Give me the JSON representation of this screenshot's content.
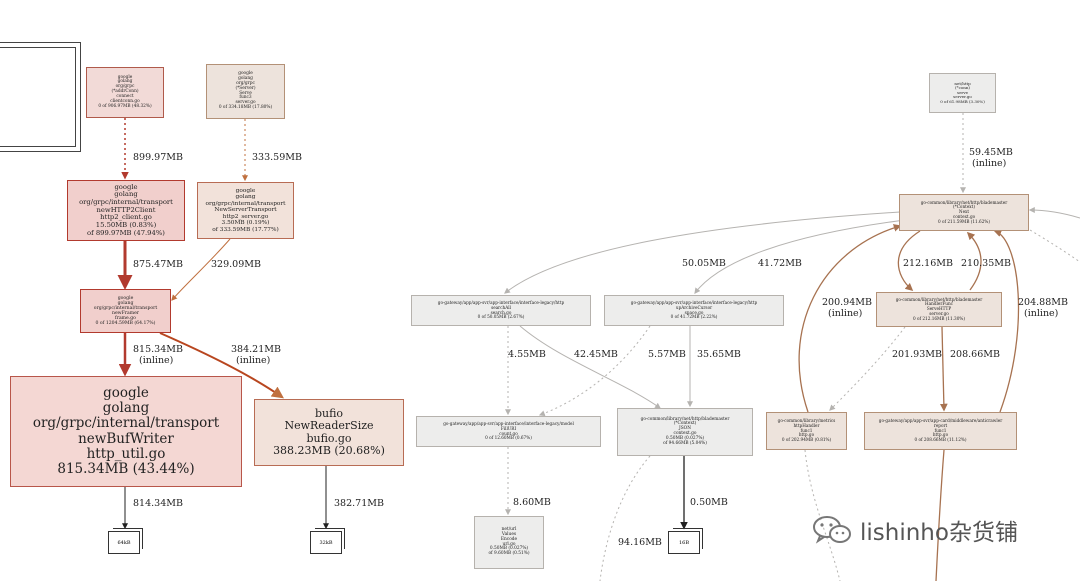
{
  "nodes": {
    "add_conn": {
      "lines": [
        "google",
        "golang",
        "org/grpc",
        "(*addrConn)",
        "connect",
        "clientconn.go",
        "0 of 906.97MB (48.32%)"
      ]
    },
    "server_serve": {
      "lines": [
        "google",
        "golang",
        "org/grpc",
        "(*Server)",
        "Serve",
        "func3",
        "server.go",
        "0 of 334.18MB (17.80%)"
      ]
    },
    "new_http2_client": {
      "lines": [
        "google",
        "golang",
        "org/grpc/internal/transport",
        "newHTTP2Client",
        "http2_client.go",
        "15.50MB (0.83%)",
        "of 899.97MB (47.94%)"
      ]
    },
    "new_server_transport": {
      "lines": [
        "google",
        "golang",
        "org/grpc/internal/transport",
        "NewServerTransport",
        "http2_server.go",
        "3.50MB (0.19%)",
        "of 333.59MB (17.77%)"
      ]
    },
    "new_framer": {
      "lines": [
        "google",
        "golang",
        "org/grpc/internal/transport",
        "newFramer",
        "frame.go",
        "0 of 1204.59MB (64.17%)"
      ]
    },
    "new_buf_writer": {
      "lines": [
        "google",
        "golang",
        "org/grpc/internal/transport",
        "newBufWriter",
        "http_util.go",
        "815.34MB (43.44%)"
      ]
    },
    "new_reader_size": {
      "lines": [
        "bufio",
        "NewReaderSize",
        "bufio.go",
        "388.23MB (20.68%)"
      ]
    },
    "net_http_serve": {
      "lines": [
        "net/http",
        "(*conn)",
        "serve",
        "server.go",
        "0 of 61.98MB (3.30%)"
      ]
    },
    "blademaster_next": {
      "lines": [
        "go-common/library/net/http/blademaster",
        "(*Context)",
        "Next",
        "context.go",
        "0 of 211.59MB (11.62%)"
      ]
    },
    "search_all": {
      "lines": [
        "go-gateway/app/app-svr/app-interface/interface-legacy/http",
        "searchAll",
        "search.go",
        "0 of 50.05MB (2.67%)"
      ]
    },
    "up_archive_cursor": {
      "lines": [
        "go-gateway/app/app-svr/app-interface/interface-legacy/http",
        "upArchiveCursor",
        "space.go",
        "0 of 41.72MB (2.22%)"
      ]
    },
    "handler_func": {
      "lines": [
        "go-common/library/net/http/blademaster",
        "HandlerFunc",
        "ServeHTTP",
        "server.go",
        "0 of 212.16MB (11.30%)"
      ]
    },
    "model_fill_uri": {
      "lines": [
        "go-gateway/app/app-svr/app-interface/interface-legacy/model",
        "FillURI",
        "count.go",
        "0 of 12.60MB (0.67%)"
      ]
    },
    "context_json": {
      "lines": [
        "go-common/library/net/http/blademaster",
        "(*Context)",
        "JSON",
        "context.go",
        "0.50MB (0.027%)",
        "of 94.66MB (5.04%)"
      ]
    },
    "http_handler": {
      "lines": [
        "go-common/library/metrics",
        "httpHandler",
        "func1",
        "http.go",
        "0 of 202.94MB (0.81%)"
      ]
    },
    "middleware_report": {
      "lines": [
        "go-gateway/app/app-svr/app-card/middleware/anticrawler",
        "report",
        "func1",
        "http.go",
        "0 of 208.66MB (11.12%)"
      ]
    },
    "url_values_encode": {
      "lines": [
        "net/url",
        "Values",
        "Encode",
        "url.go",
        "0.50MB (0.027%)",
        "of 9.60MB (0.51%)"
      ]
    }
  },
  "edges": {
    "e1": "899.97MB",
    "e2": "333.59MB",
    "e3": "875.47MB",
    "e4": "329.09MB",
    "e5": "815.34MB",
    "e5b": "(inline)",
    "e6": "384.21MB",
    "e6b": "(inline)",
    "e7": "814.34MB",
    "e8": "382.71MB",
    "e9": "59.45MB",
    "e9b": "(inline)",
    "e10": "50.05MB",
    "e11": "41.72MB",
    "e12": "212.16MB",
    "e13": "210.35MB",
    "e14": "200.94MB",
    "e14b": "(inline)",
    "e15": "204.88MB",
    "e15b": "(inline)",
    "e16": "4.55MB",
    "e17": "42.45MB",
    "e18": "5.57MB",
    "e19": "35.65MB",
    "e20": "201.93MB",
    "e21": "208.66MB",
    "e22": "8.60MB",
    "e23": "0.50MB",
    "e24": "94.16MB"
  },
  "leaves": {
    "l1": "64kB",
    "l2": "32kB",
    "l3": "16B"
  },
  "watermark": {
    "text": "lishinho杂货铺",
    "icon": "wechat-icon"
  },
  "colors": {
    "hot_edge": "#b23a2e",
    "warm_edge": "#c0703f",
    "cool_edge": "#b5b3b0",
    "mid_edge": "#a77250"
  }
}
